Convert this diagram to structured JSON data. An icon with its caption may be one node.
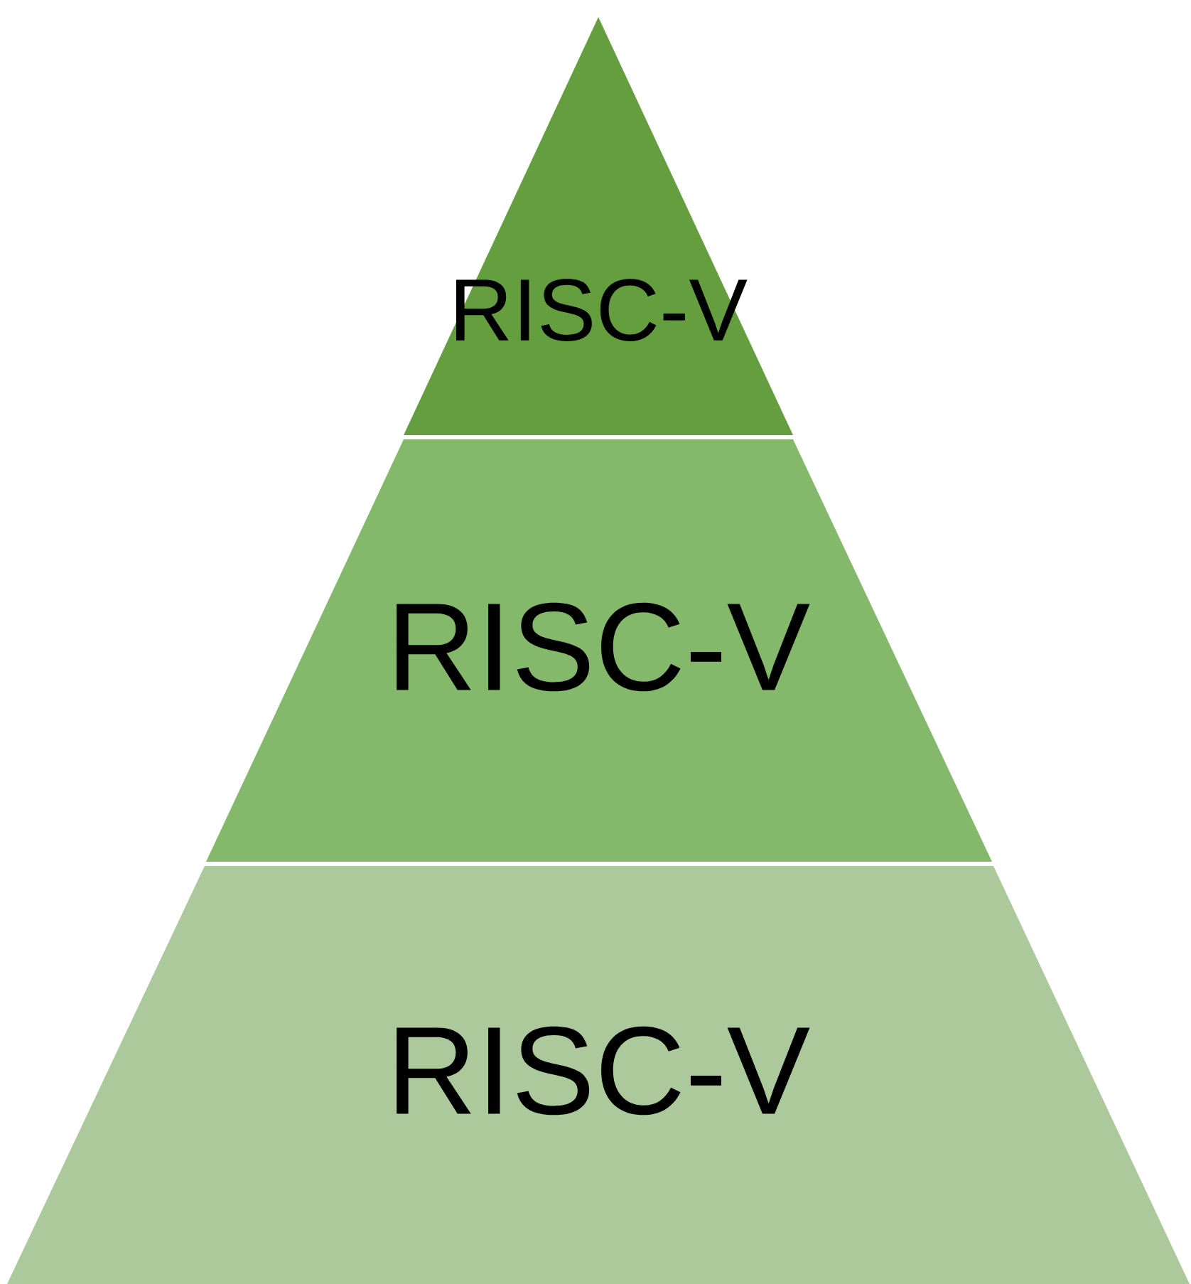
{
  "diagram": {
    "nodes": [
      {
        "text": [
          "RISC-V"
        ]
      },
      {
        "text": [
          "RISC-V"
        ]
      },
      {
        "text": [
          "RISC-V"
        ]
      }
    ]
  }
}
